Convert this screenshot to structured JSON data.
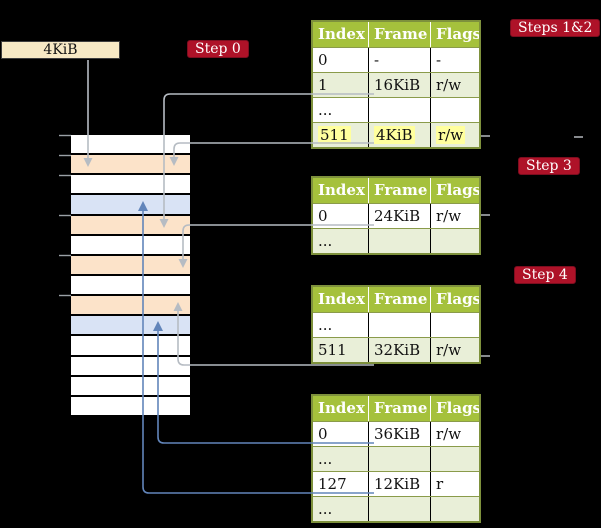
{
  "figure": {
    "free_frame_box_label": "4KiB",
    "badges": [
      {
        "id": "step0",
        "label": "Step 0"
      },
      {
        "id": "steps12",
        "label": "Steps 1&2"
      },
      {
        "id": "step3",
        "label": "Step 3"
      },
      {
        "id": "step4",
        "label": "Step 4"
      }
    ]
  },
  "colors": {
    "badge_red": "#ae1228",
    "table_header_green": "#a5c13c",
    "table_row_green": "#e9efd8",
    "table_border_olive": "#7e913c",
    "highlight_yellow": "#ffff9e",
    "memory_frame_orange": "#fce3c9",
    "memory_frame_blue": "#d9e3f5",
    "free_box_cream": "#f7e9c5",
    "connector_gray": "#b6bcc3",
    "connector_blue": "#6285ba"
  },
  "memory": {
    "rows": [
      "white",
      "orange",
      "white",
      "blue",
      "orange",
      "white",
      "orange",
      "white",
      "orange",
      "blue",
      "white",
      "white",
      "white",
      "white"
    ]
  },
  "tables": [
    {
      "id": "steps12",
      "headers": [
        "Index",
        "Frame",
        "Flags"
      ],
      "rows": [
        {
          "cells": [
            "0",
            "-",
            "-"
          ],
          "shade": "white",
          "highlight": false
        },
        {
          "cells": [
            "1",
            "16KiB",
            "r/w"
          ],
          "shade": "green",
          "highlight": false
        },
        {
          "cells": [
            "...",
            "",
            ""
          ],
          "shade": "white",
          "highlight": false
        },
        {
          "cells": [
            "511",
            "4KiB",
            "r/w"
          ],
          "shade": "green",
          "highlight": true
        }
      ]
    },
    {
      "id": "step3",
      "headers": [
        "Index",
        "Frame",
        "Flags"
      ],
      "rows": [
        {
          "cells": [
            "0",
            "24KiB",
            "r/w"
          ],
          "shade": "white",
          "highlight": false
        },
        {
          "cells": [
            "...",
            "",
            ""
          ],
          "shade": "green",
          "highlight": false
        }
      ]
    },
    {
      "id": "step4",
      "headers": [
        "Index",
        "Frame",
        "Flags"
      ],
      "rows": [
        {
          "cells": [
            "...",
            "",
            ""
          ],
          "shade": "white",
          "highlight": false
        },
        {
          "cells": [
            "511",
            "32KiB",
            "r/w"
          ],
          "shade": "green",
          "highlight": false
        }
      ]
    },
    {
      "id": "final",
      "headers": [
        "Index",
        "Frame",
        "Flags"
      ],
      "rows": [
        {
          "cells": [
            "0",
            "36KiB",
            "r/w"
          ],
          "shade": "white",
          "highlight": false
        },
        {
          "cells": [
            "...",
            "",
            ""
          ],
          "shade": "green",
          "highlight": false
        },
        {
          "cells": [
            "127",
            "12KiB",
            "r"
          ],
          "shade": "white",
          "highlight": false
        },
        {
          "cells": [
            "...",
            "",
            ""
          ],
          "shade": "green",
          "highlight": false
        }
      ]
    }
  ]
}
